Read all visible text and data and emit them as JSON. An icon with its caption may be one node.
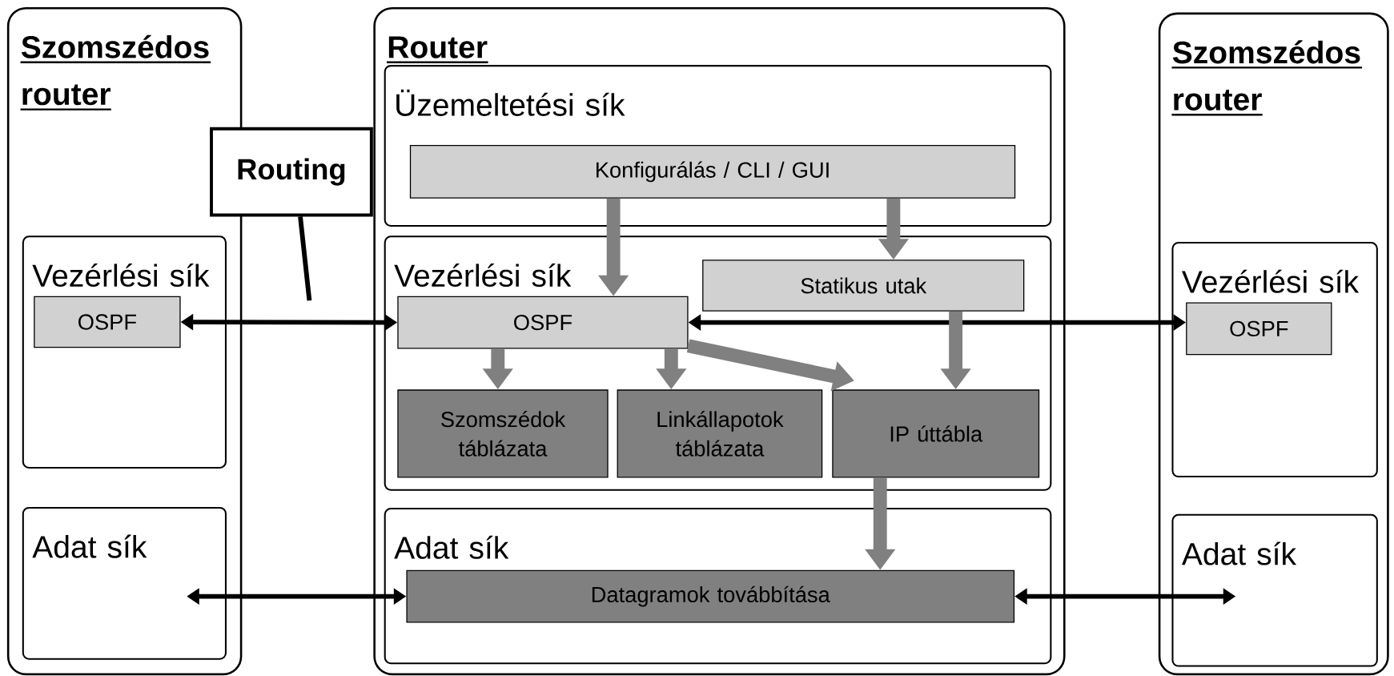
{
  "diagram": {
    "nodes": [
      {
        "text": [
          "Szomszédos router"
        ]
      },
      {
        "text": [
          "Vezérlési sík"
        ],
        "in": 0
      },
      {
        "text": [
          "OSPF"
        ],
        "in": 1
      },
      {
        "text": [
          "Adat sík"
        ],
        "in": 0
      },
      {
        "text": [
          "Routing"
        ]
      },
      {
        "text": [
          "Router"
        ]
      },
      {
        "text": [
          "Üzemeltetési sík"
        ],
        "in": 5
      },
      {
        "text": [
          "Konfigurálás / CLI / GUI"
        ],
        "in": 6
      },
      {
        "text": [
          "Vezérlési sík"
        ],
        "in": 5
      },
      {
        "text": [
          "OSPF"
        ],
        "in": 8
      },
      {
        "text": [
          "Statikus utak"
        ],
        "in": 8
      },
      {
        "text": [
          "Szomszédok táblázata"
        ],
        "in": 8
      },
      {
        "text": [
          "Linkállapotok táblázata"
        ],
        "in": 8
      },
      {
        "text": [
          "IP úttábla"
        ],
        "in": 8
      },
      {
        "text": [
          "Adat sík"
        ],
        "in": 5
      },
      {
        "text": [
          "Datagramok továbbítása"
        ],
        "in": 14
      },
      {
        "text": [
          "Szomszédos router"
        ]
      },
      {
        "text": [
          "Vezérlési sík"
        ],
        "in": 16
      },
      {
        "text": [
          "OSPF"
        ],
        "in": 17
      },
      {
        "text": [
          "Adat sík"
        ],
        "in": 16
      }
    ],
    "edges": [
      {
        "from": 2,
        "to": 9,
        "arrow": "both",
        "color": "#000000"
      },
      {
        "from": 9,
        "to": 18,
        "arrow": "both",
        "color": "#000000"
      },
      {
        "from": 3,
        "to": 15,
        "arrow": "both",
        "color": "#000000"
      },
      {
        "from": 15,
        "to": 19,
        "arrow": "both",
        "color": "#000000"
      },
      {
        "from": 4,
        "to": null,
        "arrow": "none",
        "color": "#000000"
      },
      {
        "from": 7,
        "to": 9,
        "arrow": "to"
      },
      {
        "from": 7,
        "to": 10,
        "arrow": "to"
      },
      {
        "from": 9,
        "to": 11,
        "arrow": "to"
      },
      {
        "from": 9,
        "to": 12,
        "arrow": "to"
      },
      {
        "from": 9,
        "to": 13,
        "arrow": "to"
      },
      {
        "from": 10,
        "to": 13,
        "arrow": "to"
      },
      {
        "from": 13,
        "to": 15,
        "arrow": "to"
      }
    ]
  }
}
